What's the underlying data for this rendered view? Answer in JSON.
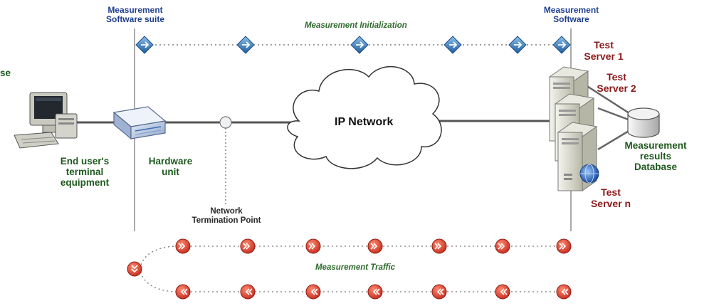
{
  "labels": {
    "meas_suite": "Measurement\nSoftware suite",
    "meas_software": "Measurement\nSoftware",
    "meas_init": "Measurement Initialization",
    "test_server_1": "Test\nServer 1",
    "test_server_2": "Test\nServer 2",
    "test_server_n": "Test\nServer n",
    "left_partial": "se",
    "ip_network": "IP Network",
    "end_user": "End user's\nterminal\nequipment",
    "hardware_unit": "Hardware\nunit",
    "ntp": "Network\nTermination Point",
    "results_db": "Measurement\nresults\nDatabase",
    "meas_traffic": "Measurement Traffic"
  },
  "colors": {
    "blue_text": "#1f3f8f",
    "green_text": "#1f5a1f",
    "red_text": "#8b1a1a",
    "blue_marker": "#2a6fb0",
    "red_marker": "#d23a2a"
  },
  "icons": {
    "init_markers": "blue-diamond-arrow-icon",
    "traffic_markers": "red-circle-double-arrow-icon"
  }
}
